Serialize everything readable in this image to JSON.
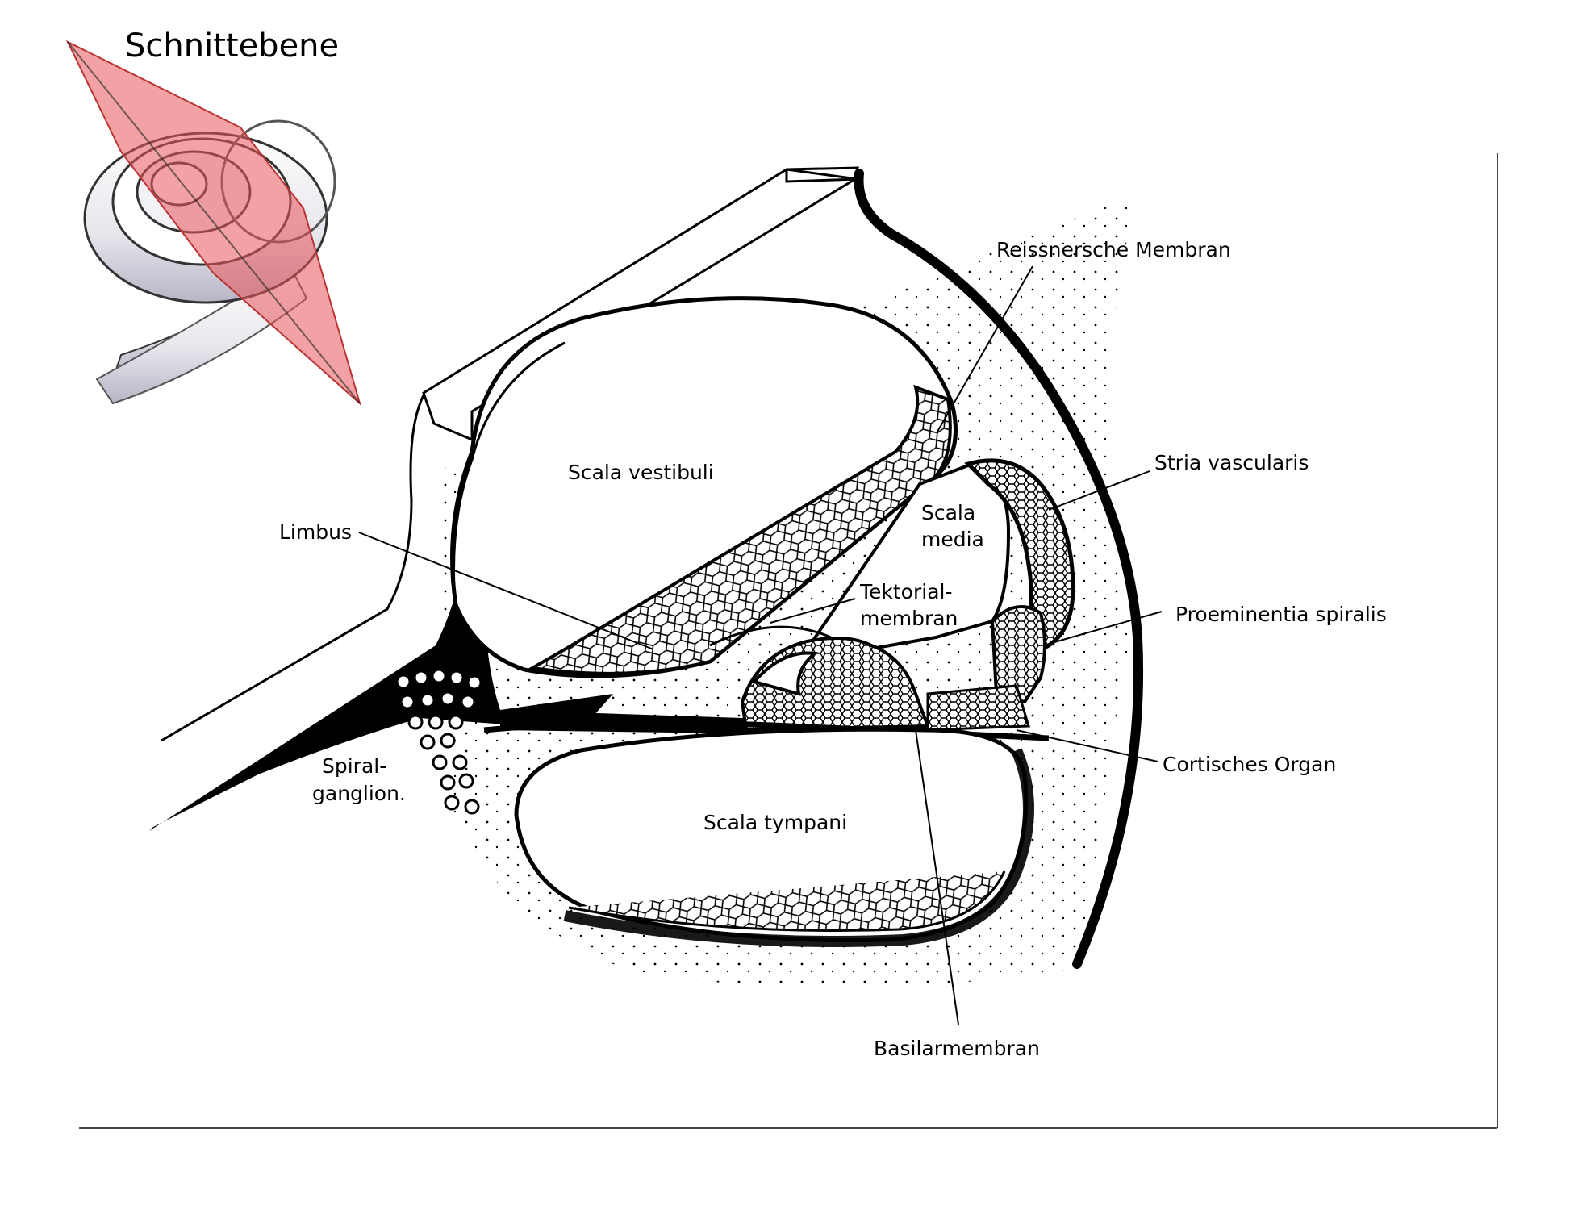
{
  "title": "Schnittebene",
  "icons": [
    "cochlea-section-plane-icon"
  ],
  "colors": {
    "plane": "#e8555a",
    "ink": "#000000",
    "paper": "#ffffff"
  },
  "labels": {
    "reissner": "Reissnersche Membran",
    "stria": "Stria vascularis",
    "proeminentia": "Proeminentia spiralis",
    "cortisches": "Cortisches Organ",
    "basilar": "Basilarmembran",
    "scala_tympani": "Scala tympani",
    "scala_vestibuli": "Scala vestibuli",
    "scala_media_1": "Scala",
    "scala_media_2": "media",
    "tektorial_1": "Tektorial-",
    "tektorial_2": "membran",
    "limbus": "Limbus",
    "spiral_1": "Spiral-",
    "spiral_2": "ganglion."
  }
}
